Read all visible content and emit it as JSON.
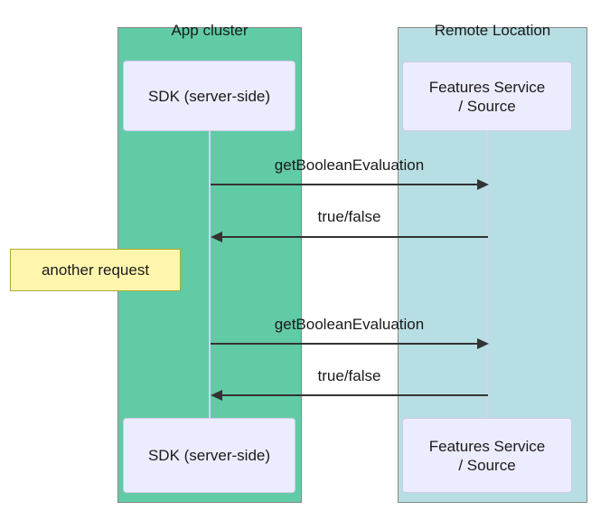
{
  "diagram": {
    "type": "sequence-diagram",
    "groups": [
      {
        "label": "App cluster",
        "fill": "#61CBA6"
      },
      {
        "label": "Remote Location",
        "fill": "#B7DEE3"
      }
    ],
    "actors": [
      {
        "id": "sdk",
        "group": "App cluster",
        "lines": [
          "SDK (server-side)"
        ]
      },
      {
        "id": "features",
        "group": "Remote Location",
        "lines": [
          "Features Service",
          "/ Source"
        ]
      }
    ],
    "messages": [
      {
        "from": "sdk",
        "to": "features",
        "label": "getBooleanEvaluation",
        "direction": "right"
      },
      {
        "from": "features",
        "to": "sdk",
        "label": "true/false",
        "direction": "left"
      },
      {
        "from": "sdk",
        "to": "features",
        "label": "getBooleanEvaluation",
        "direction": "right"
      },
      {
        "from": "features",
        "to": "sdk",
        "label": "true/false",
        "direction": "left"
      }
    ],
    "note": {
      "text": "another request",
      "placement": "left of sdk"
    }
  },
  "colors": {
    "app_cluster_fill": "#61CBA6",
    "remote_location_fill": "#B7DEE3",
    "cluster_border": "#888888",
    "actor_fill": "#ECECFF",
    "actor_border": "#CFCBE8",
    "lifeline_color": "#D8D0F0",
    "arrow_color": "#333333",
    "note_fill": "#FFF5AD",
    "note_border": "#AAAA33",
    "text_color": "#1A1A1A"
  }
}
